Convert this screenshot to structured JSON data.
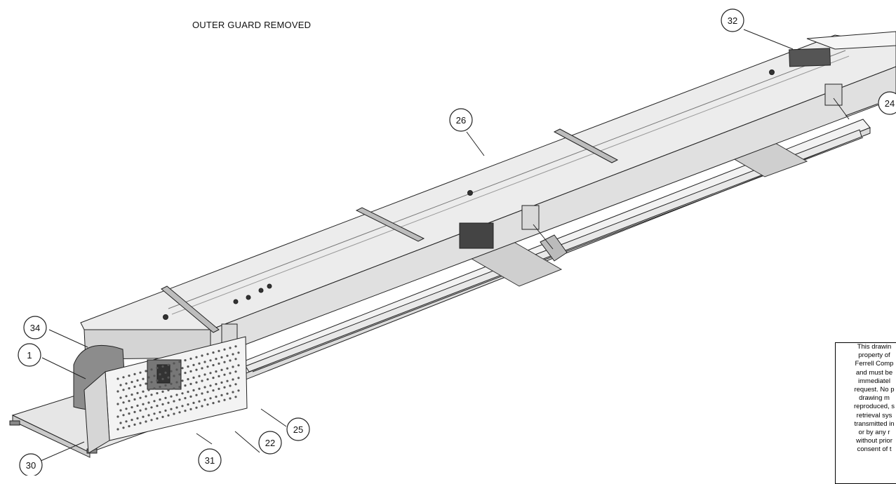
{
  "caption": "OUTER GUARD REMOVED",
  "callouts": [
    {
      "id": "c32",
      "label": "32"
    },
    {
      "id": "c24",
      "label": "24"
    },
    {
      "id": "c26",
      "label": "26"
    },
    {
      "id": "c34",
      "label": "34"
    },
    {
      "id": "c1",
      "label": "1"
    },
    {
      "id": "c25",
      "label": "25"
    },
    {
      "id": "c22",
      "label": "22"
    },
    {
      "id": "c31",
      "label": "31"
    },
    {
      "id": "c30",
      "label": "30"
    }
  ],
  "notice": {
    "lines": [
      "This drawin",
      "property of",
      "Ferrell Comp",
      "and must be",
      "immediatel",
      "request.  No p",
      "drawing m",
      "reproduced, s",
      "retrieval sys",
      "transmitted in",
      "or by any r",
      "without prior",
      "consent of t"
    ]
  }
}
